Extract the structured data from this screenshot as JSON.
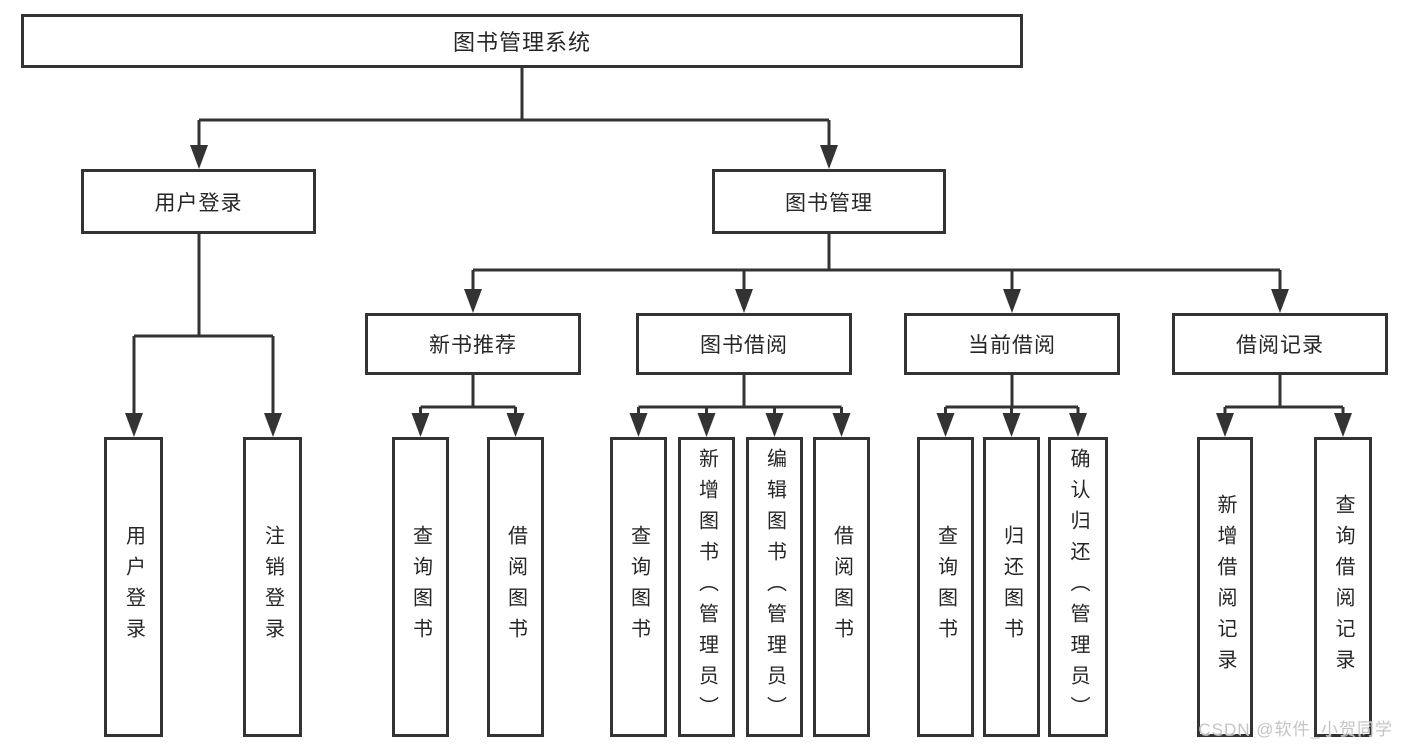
{
  "diagram": {
    "title": "图书管理系统",
    "nodes": {
      "root": "图书管理系统",
      "level2": [
        "用户登录",
        "图书管理"
      ],
      "level3": [
        "新书推荐",
        "图书借阅",
        "当前借阅",
        "借阅记录"
      ],
      "leaves": [
        "用户登录",
        "注销登录",
        "查询图书",
        "借阅图书",
        "查询图书",
        "新增图书（管理员）",
        "编辑图书（管理员）",
        "借阅图书",
        "查询图书",
        "归还图书",
        "确认归还（管理员）",
        "新增借阅记录",
        "查询借阅记录"
      ]
    },
    "colors": {
      "line": "#333333",
      "text": "#262626",
      "background": "#ffffff",
      "watermark": "#c5c5c5"
    }
  },
  "watermark": "CSDN @软件_小贺同学"
}
